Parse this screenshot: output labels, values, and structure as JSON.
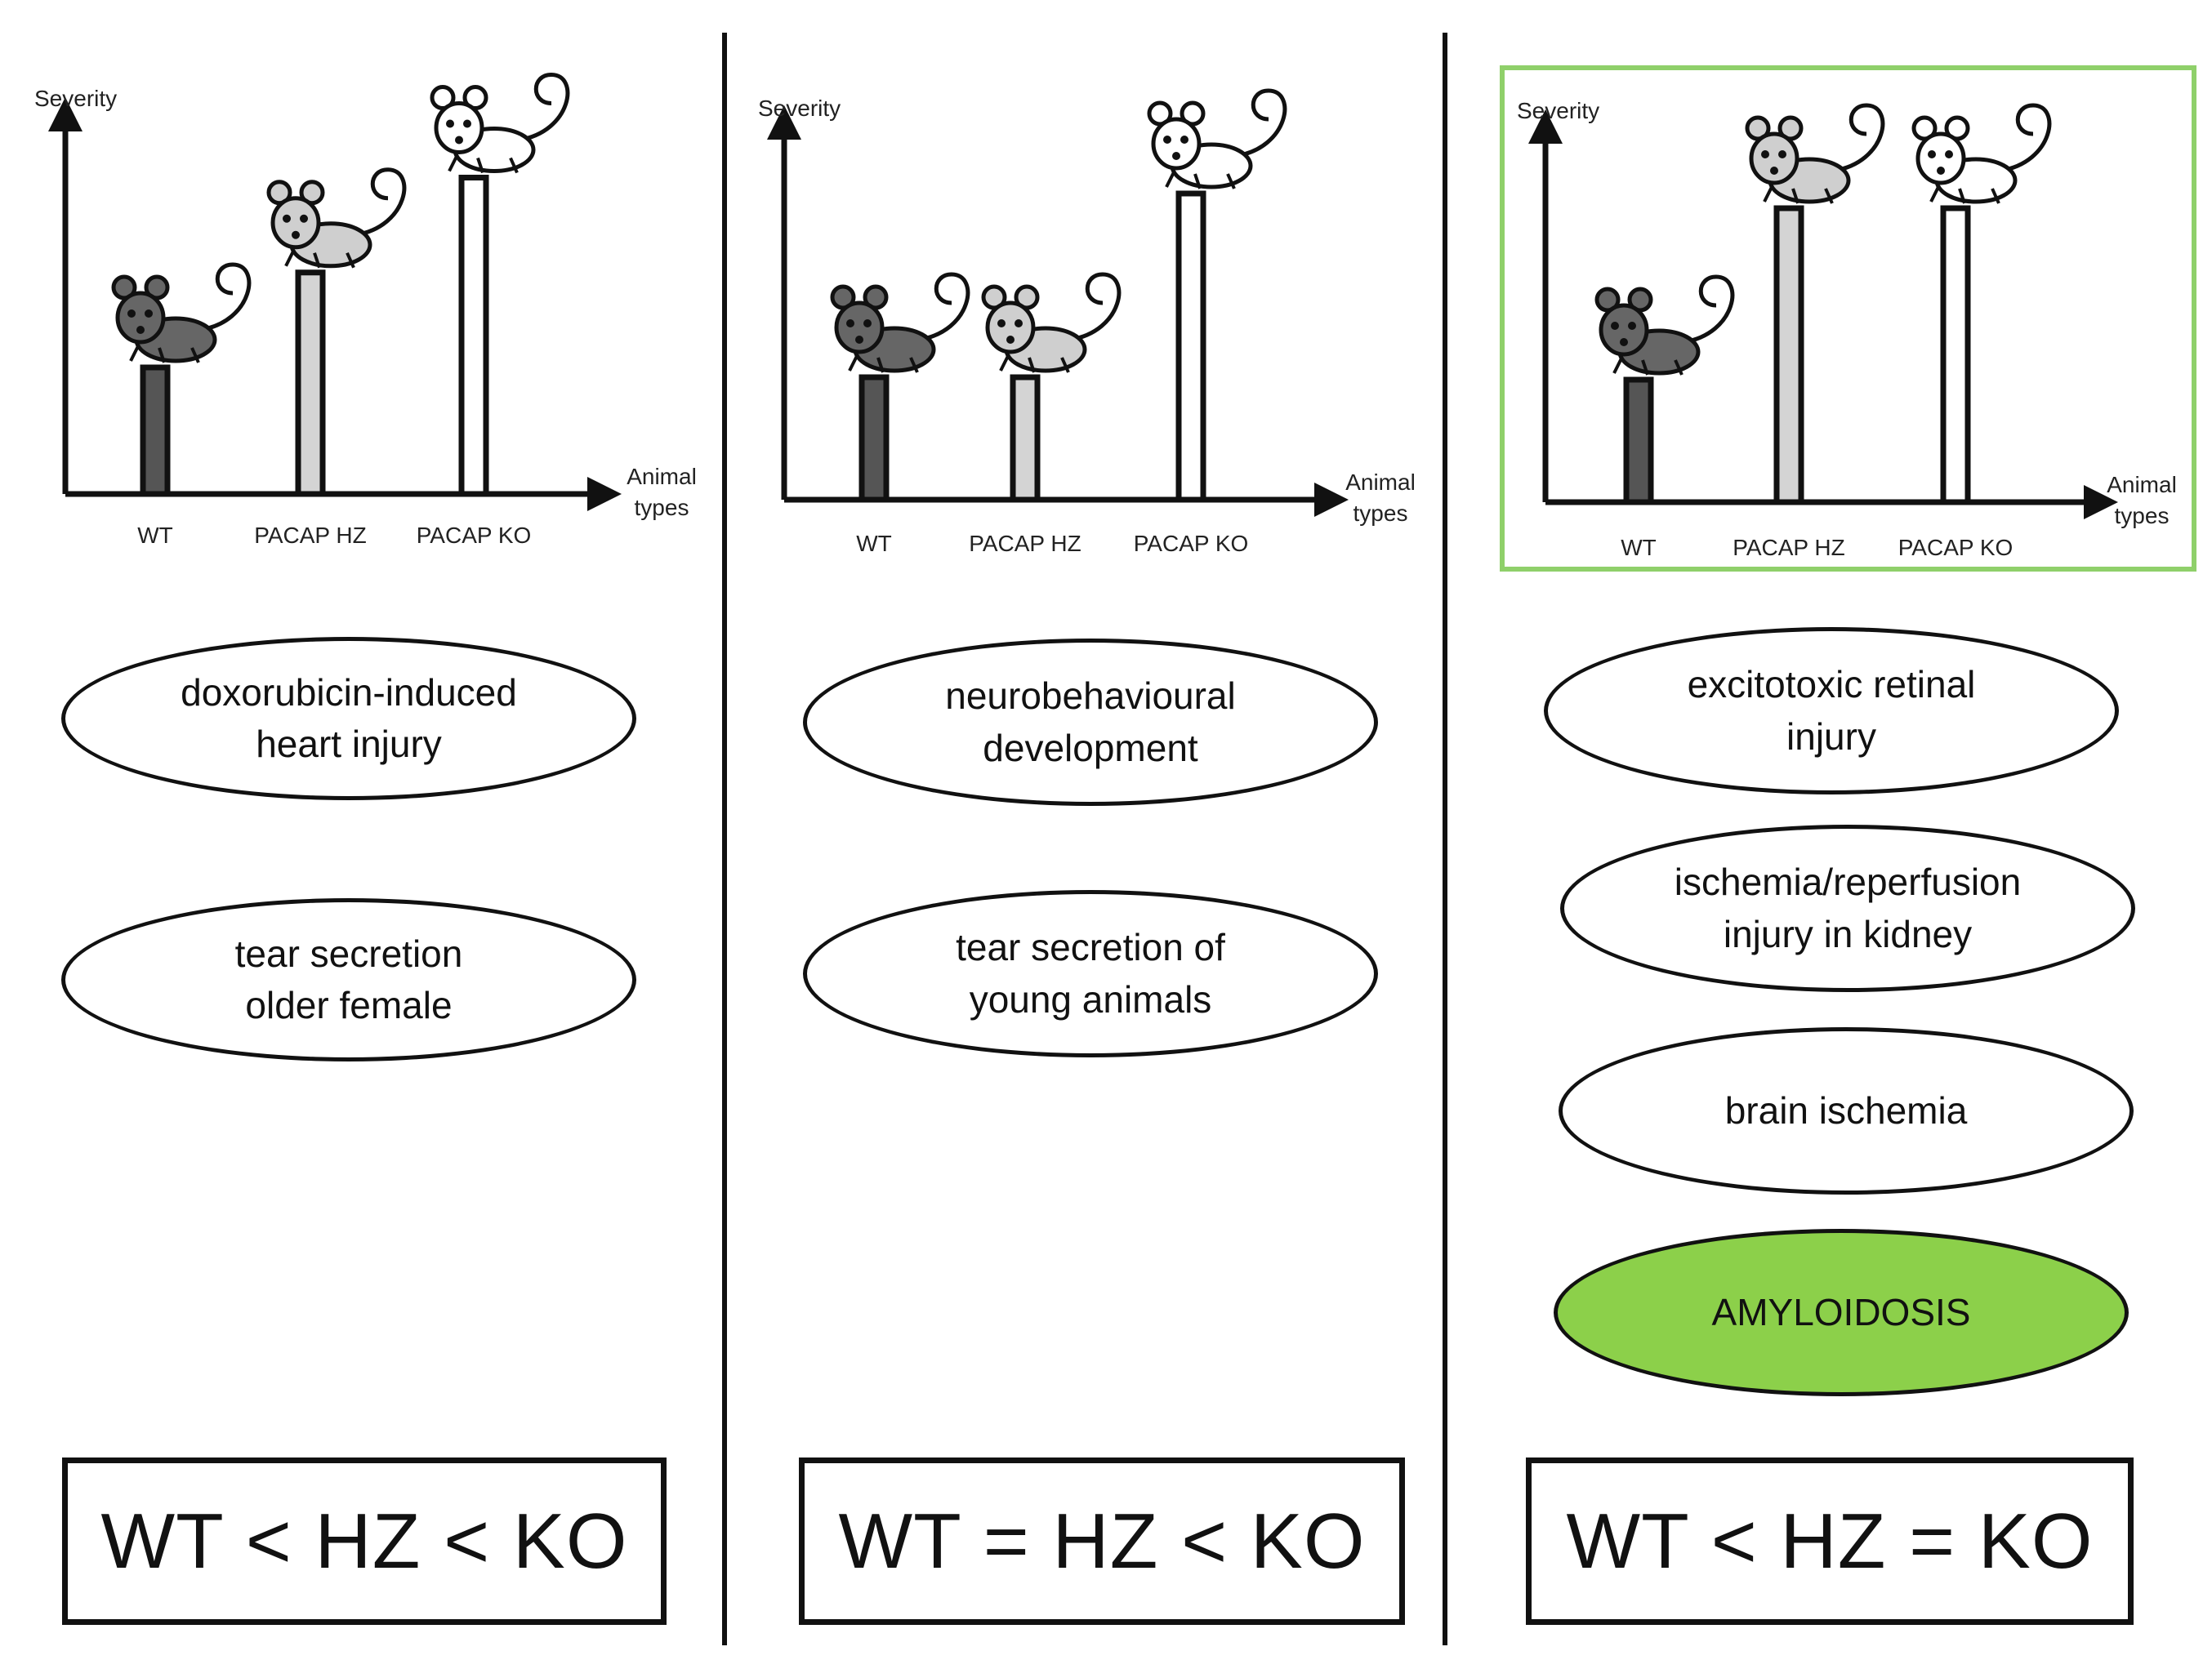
{
  "panels": [
    {
      "chart_data": {
        "type": "bar",
        "ylabel": "Severity",
        "xlabel": "Animal types",
        "categories": [
          "WT",
          "PACAP HZ",
          "PACAP KO"
        ],
        "values": [
          1,
          1.75,
          2.5
        ],
        "bar_colors": [
          "#555555",
          "#d4d4d4",
          "#ffffff"
        ],
        "mouse_colors": [
          "#666666",
          "#cfcfcf",
          "#ffffff"
        ]
      },
      "highlighted": false,
      "ovals": [
        {
          "label": "doxorubicin-induced\nheart injury",
          "highlight": false
        },
        {
          "label": "tear secretion\nolder female",
          "highlight": false
        }
      ],
      "relation": "WT < HZ < KO"
    },
    {
      "chart_data": {
        "type": "bar",
        "ylabel": "Severity",
        "xlabel": "Animal types",
        "categories": [
          "WT",
          "PACAP HZ",
          "PACAP KO"
        ],
        "values": [
          1,
          1,
          2.5
        ],
        "bar_colors": [
          "#555555",
          "#d4d4d4",
          "#ffffff"
        ],
        "mouse_colors": [
          "#666666",
          "#cfcfcf",
          "#ffffff"
        ]
      },
      "highlighted": false,
      "ovals": [
        {
          "label": "neurobehavioural\ndevelopment",
          "highlight": false
        },
        {
          "label": "tear secretion of\nyoung animals",
          "highlight": false
        }
      ],
      "relation": "WT = HZ < KO"
    },
    {
      "chart_data": {
        "type": "bar",
        "ylabel": "Severity",
        "xlabel": "Animal types",
        "categories": [
          "WT",
          "PACAP HZ",
          "PACAP KO"
        ],
        "values": [
          1,
          2.4,
          2.4
        ],
        "bar_colors": [
          "#555555",
          "#d4d4d4",
          "#ffffff"
        ],
        "mouse_colors": [
          "#666666",
          "#cfcfcf",
          "#ffffff"
        ]
      },
      "highlighted": true,
      "ovals": [
        {
          "label": "excitotoxic retinal\ninjury",
          "highlight": false
        },
        {
          "label": "ischemia/reperfusion\ninjury in kidney",
          "highlight": false
        },
        {
          "label": "brain ischemia",
          "highlight": false
        },
        {
          "label": "AMYLOIDOSIS",
          "highlight": true
        }
      ],
      "relation": "WT < HZ = KO"
    }
  ],
  "colors": {
    "highlight_green": "#8cd04a",
    "frame_green": "#8fd06a",
    "ink": "#111111"
  }
}
